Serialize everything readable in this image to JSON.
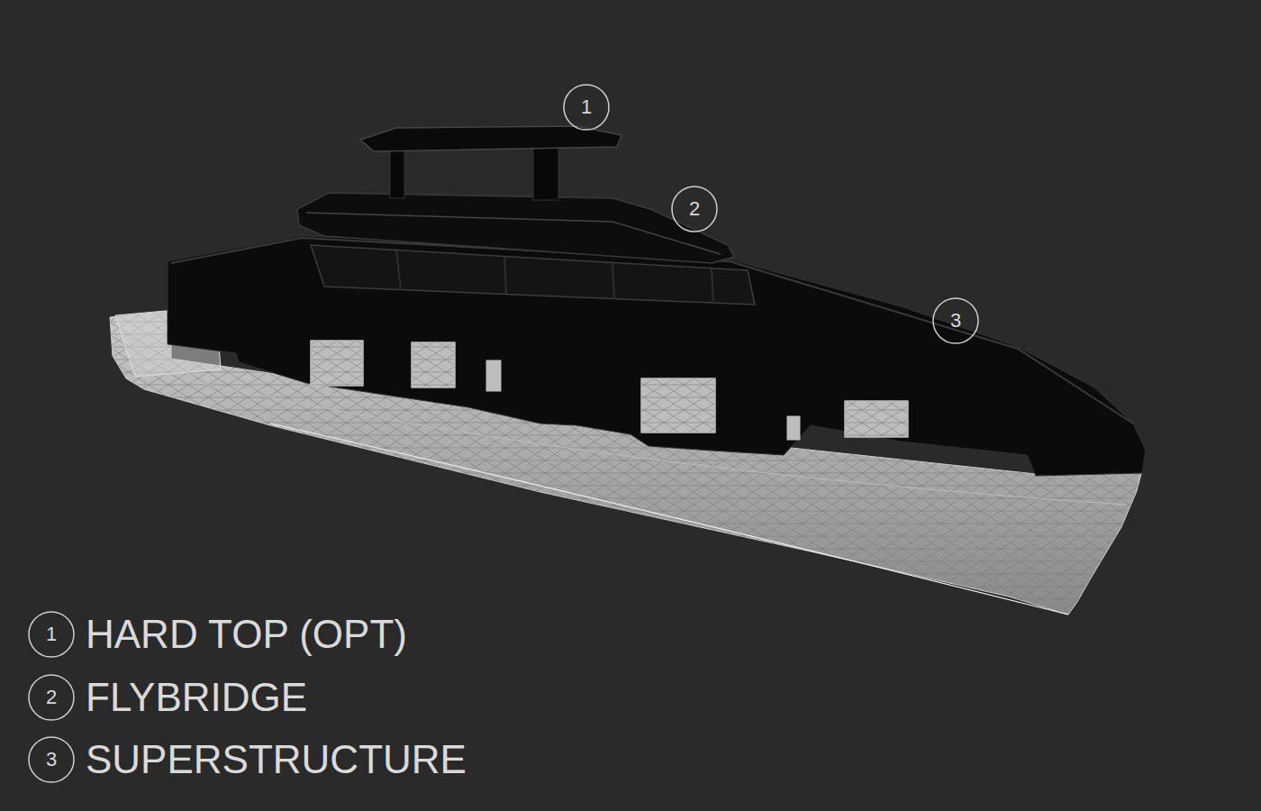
{
  "diagram": {
    "nodes": [
      {
        "text": [
          "1"
        ]
      },
      {
        "text": [
          "2"
        ]
      },
      {
        "text": [
          "3"
        ]
      },
      {
        "text": [
          "1",
          "HARD TOP (OPT)"
        ]
      },
      {
        "text": [
          "2",
          "FLYBRIDGE"
        ]
      },
      {
        "text": [
          "3",
          "SUPERSTRUCTURE"
        ]
      }
    ]
  }
}
